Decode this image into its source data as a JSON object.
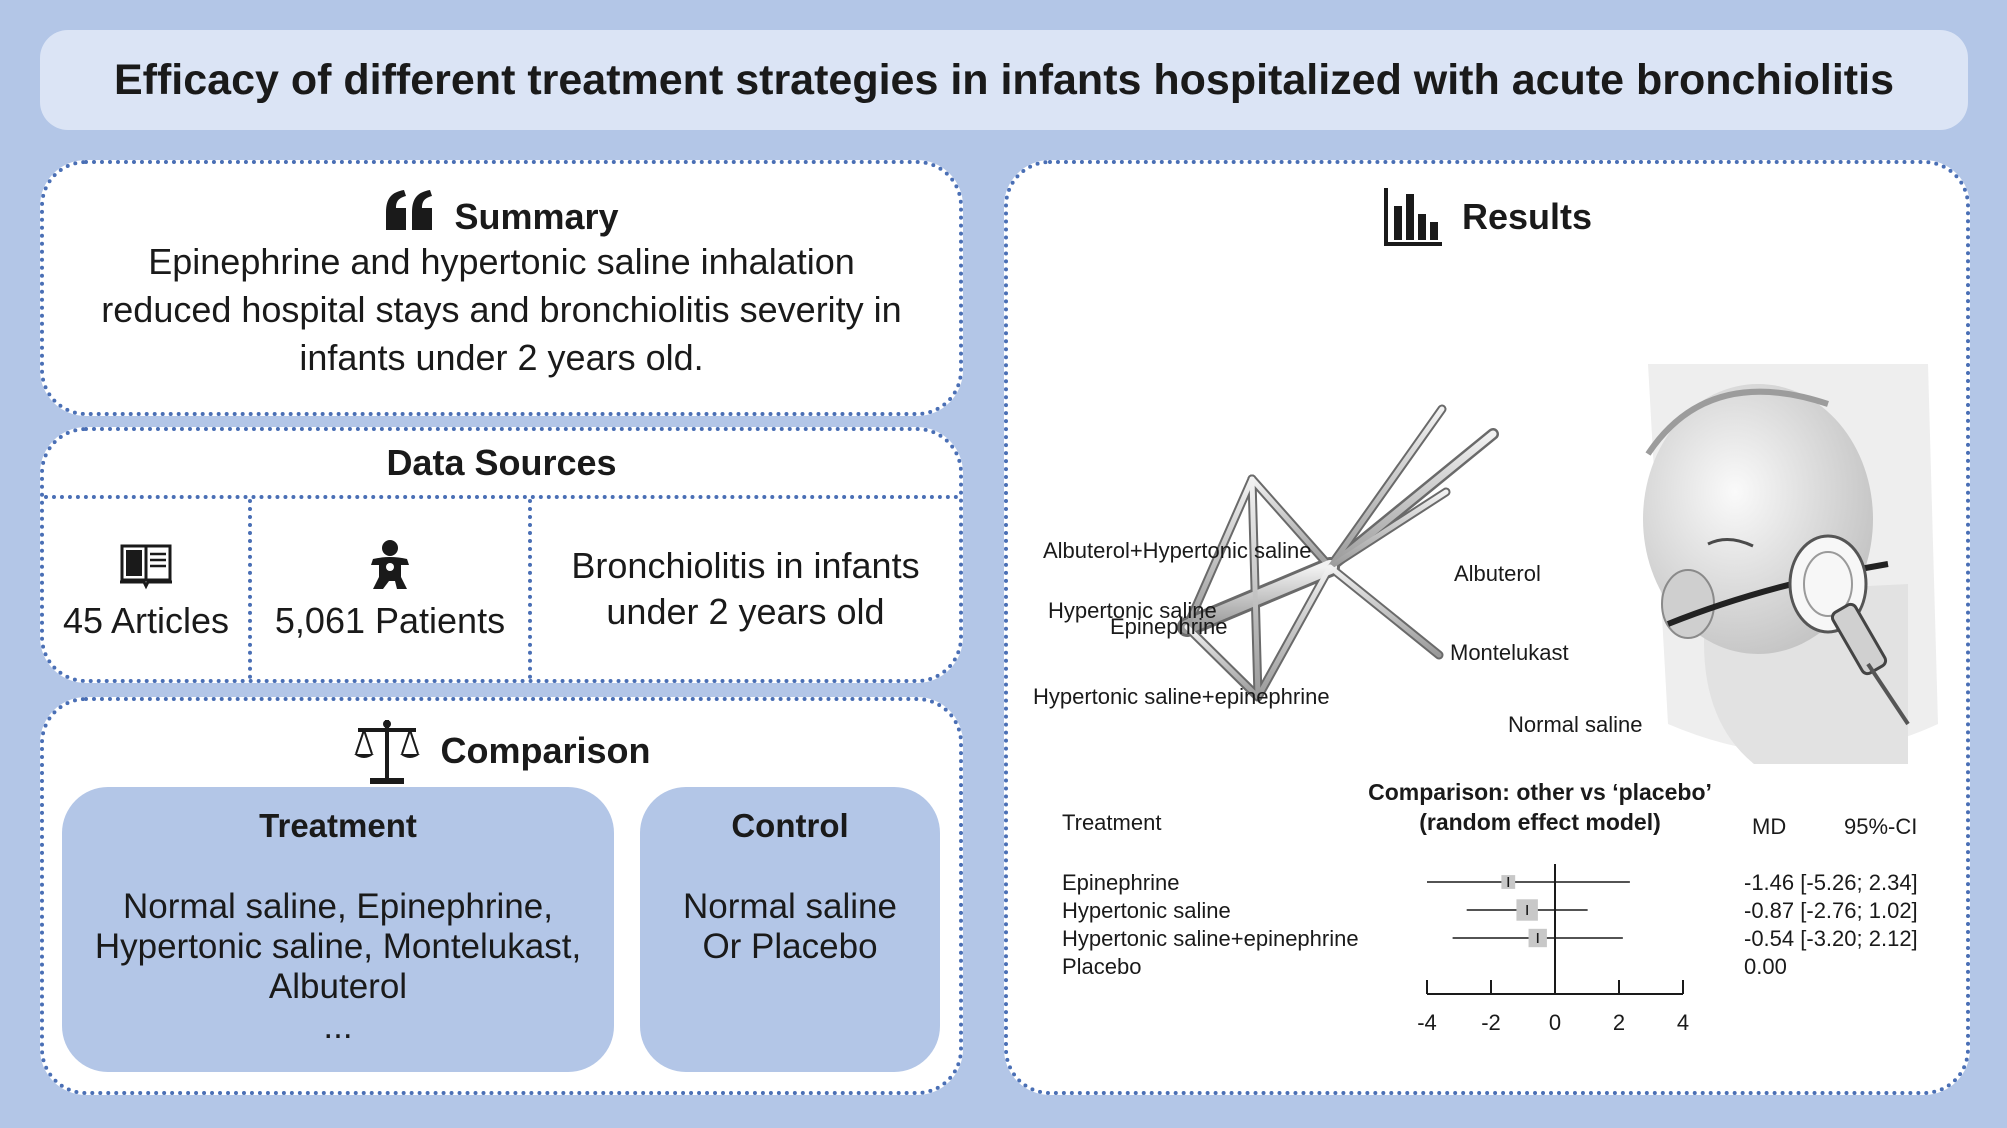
{
  "title": "Efficacy of different treatment strategies in infants hospitalized with acute bronchiolitis",
  "summary": {
    "heading": "Summary",
    "text": "Epinephrine and hypertonic saline inhalation reduced hospital stays and bronchiolitis severity in infants under 2 years old."
  },
  "data_sources": {
    "heading": "Data Sources",
    "articles": "45 Articles",
    "patients": "5,061 Patients",
    "population_line1": "Bronchiolitis in infants",
    "population_line2": "under 2 years old"
  },
  "comparison": {
    "heading": "Comparison",
    "treatment": {
      "heading": "Treatment",
      "line1": "Normal saline, Epinephrine,",
      "line2": "Hypertonic saline, Montelukast,",
      "line3": "Albuterol",
      "line4": "..."
    },
    "control": {
      "heading": "Control",
      "line1": "Normal saline",
      "line2": "Or Placebo"
    }
  },
  "results": {
    "heading": "Results",
    "network": {
      "nodes": [
        {
          "id": "albuterol_hs",
          "label": "Albuterol+Hypertonic saline"
        },
        {
          "id": "albuterol",
          "label": "Albuterol"
        },
        {
          "id": "epinephrine",
          "label": "Epinephrine"
        },
        {
          "id": "normal_saline",
          "label": "Normal saline"
        },
        {
          "id": "hypertonic_saline",
          "label": "Hypertonic saline"
        },
        {
          "id": "montelukast",
          "label": "Montelukast"
        },
        {
          "id": "hs_epinephrine",
          "label": "Hypertonic saline+epinephrine"
        }
      ]
    }
  },
  "chart_data": {
    "type": "forest",
    "title_line1": "Comparison: other vs ‘placebo’",
    "title_line2": "(random effect model)",
    "col_treatment": "Treatment",
    "col_md": "MD",
    "col_ci": "95%-CI",
    "xticks": [
      -4,
      -2,
      0,
      2,
      4
    ],
    "xlim": [
      -4,
      4
    ],
    "rows": [
      {
        "label": "Epinephrine",
        "md": -1.46,
        "lo": -5.26,
        "hi": 2.34,
        "text": "-1.46 [-5.26; 2.34]"
      },
      {
        "label": "Hypertonic saline",
        "md": -0.87,
        "lo": -2.76,
        "hi": 1.02,
        "text": "-0.87 [-2.76; 1.02]"
      },
      {
        "label": "Hypertonic saline+epinephrine",
        "md": -0.54,
        "lo": -3.2,
        "hi": 2.12,
        "text": "-0.54 [-3.20; 2.12]"
      },
      {
        "label": "Placebo",
        "md": 0.0,
        "lo": null,
        "hi": null,
        "text": "0.00"
      }
    ]
  }
}
